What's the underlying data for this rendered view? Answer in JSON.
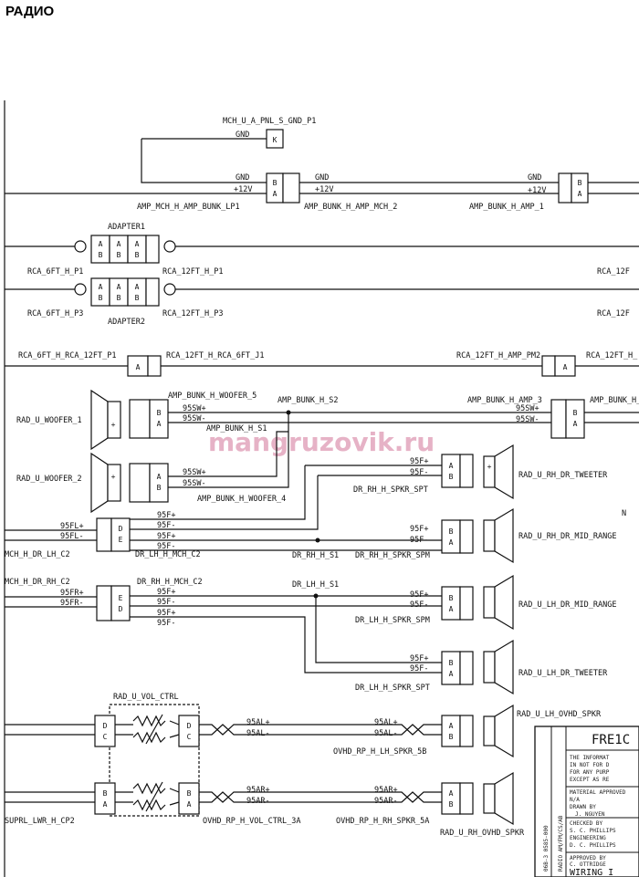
{
  "title": "РАДИО",
  "watermark": "mangruzovik.ru",
  "labels": {
    "mch_gnd": "MCH_U_A_PNL_S_GND_P1",
    "gnd": "GND",
    "k": "K",
    "plus12v": "+12V",
    "amp_mch_bunk_p1": "AMP_MCH_H_AMP_BUNK_LP1",
    "amp_bunk_mch2": "AMP_BUNK_H_AMP_MCH_2",
    "amp_bunk_amp1": "AMP_BUNK_H_AMP_1",
    "adapter1": "ADAPTER1",
    "adapter2": "ADAPTER2",
    "rca_6ft_p1": "RCA_6FT_H_P1",
    "rca_12ft_p1": "RCA_12FT_H_P1",
    "rca_12_short": "RCA_12F",
    "rca_6ft_p3": "RCA_6FT_H_P3",
    "rca_12ft_p3": "RCA_12FT_H_P3",
    "rca_12_short2": "RCA_12F",
    "rca_6ft_rca12_p1": "RCA_6FT_H_RCA_12FT_P1",
    "rca_12ft_rca6_j1": "RCA_12FT_H_RCA_6FT_J1",
    "rca_12ft_amp_pm2": "RCA_12FT_H_AMP_PM2",
    "rca_12ft_amp_short": "RCA_12FT_H_",
    "amp_bunk_woofer5": "AMP_BUNK_H_WOOFER_5",
    "amp_bunk_s2": "AMP_BUNK_H_S2",
    "amp_bunk_amp3": "AMP_BUNK_H_AMP_3",
    "amp_bunk_short": "AMP_BUNK_H_AM",
    "rad_woofer1": "RAD_U_WOOFER_1",
    "w95sw_plus": "95SW+",
    "w95sw_minus": "95SW-",
    "amp_bunk_s1": "AMP_BUNK_H_S1",
    "rad_woofer2": "RAD_U_WOOFER_2",
    "amp_bunk_woofer4": "AMP_BUNK_H_WOOFER_4",
    "w95f_plus": "95F+",
    "w95f_minus": "95F-",
    "w95fl_plus": "95FL+",
    "w95fl_minus": "95FL-",
    "w95fr_plus": "95FR+",
    "w95fr_minus": "95FR-",
    "dr_rh_spkr_spt": "DR_RH_H_SPKR_SPT",
    "rad_rh_dr_tweeter": "RAD_U_RH_DR_TWEETER",
    "mch_dr_lh_c2": "MCH_H_DR_LH_C2",
    "dr_lh_mch_c2": "DR_LH_H_MCH_C2",
    "dr_rh_s1": "DR_RH_H_S1",
    "dr_rh_spkr_spm": "DR_RH_H_SPKR_SPM",
    "rad_rh_dr_midrange": "RAD_U_RH_DR_MID_RANGE",
    "mch_dr_rh_c2": "MCH_H_DR_RH_C2",
    "dr_rh_mch_c2": "DR_RH_H_MCH_C2",
    "dr_lh_s1": "DR_LH_H_S1",
    "dr_lh_spkr_spm": "DR_LH_H_SPKR_SPM",
    "rad_lh_dr_midrange": "RAD_U_LH_DR_MID_RANGE",
    "dr_lh_spkr_spt": "DR_LH_H_SPKR_SPT",
    "rad_lh_dr_tweeter": "RAD_U_LH_DR_TWEETER",
    "rad_vol_ctrl": "RAD_U_VOL_CTRL",
    "w95al_plus": "95AL+",
    "w95al_minus": "95AL-",
    "w95ar_plus": "95AR+",
    "w95ar_minus": "95AR-",
    "ovhd_lh_spkr_5b": "OVHD_RP_H_LH_SPKR_5B",
    "rad_lh_ovhd_spkr": "RAD_U_LH_OVHD_SPKR",
    "suprl_cp2": "SUPRL_LWR_H_CP2",
    "ovhd_vol_ctrl_3a": "OVHD_RP_H_VOL_CTRL_3A",
    "ovhd_rh_spkr_5a": "OVHD_RP_H_RH_SPKR_5A",
    "rad_rh_ovhd_spkr": "RAD_U_RH_OVHD_SPKR",
    "n_mark": "N",
    "pin_a": "A",
    "pin_b": "B",
    "pin_c": "C",
    "pin_d": "D",
    "pin_e": "E"
  },
  "title_block": {
    "code": "FRE1C",
    "line1": "THE INFORMAT",
    "line2": "IN NOT FOR D",
    "line3": "FOR ANY PURP",
    "line4": "EXCEPT AS RE",
    "line5": "MATERIAL APPROVED",
    "line6": "N/A",
    "line7": "DRAWN BY",
    "line8": "J. NGUYEN",
    "line9": "CHECKED BY",
    "line10": "S. C. PHILLIPS",
    "line11": "ENGINEERING",
    "line12": "D. C. PHILLIPS",
    "line13": "APPROVED BY",
    "line14": "C. OTTRIDGE",
    "line15": "WIRING I",
    "vert1": "06B-3 0585-000",
    "vert2": "RADIO AM/FM/CS/AB"
  }
}
